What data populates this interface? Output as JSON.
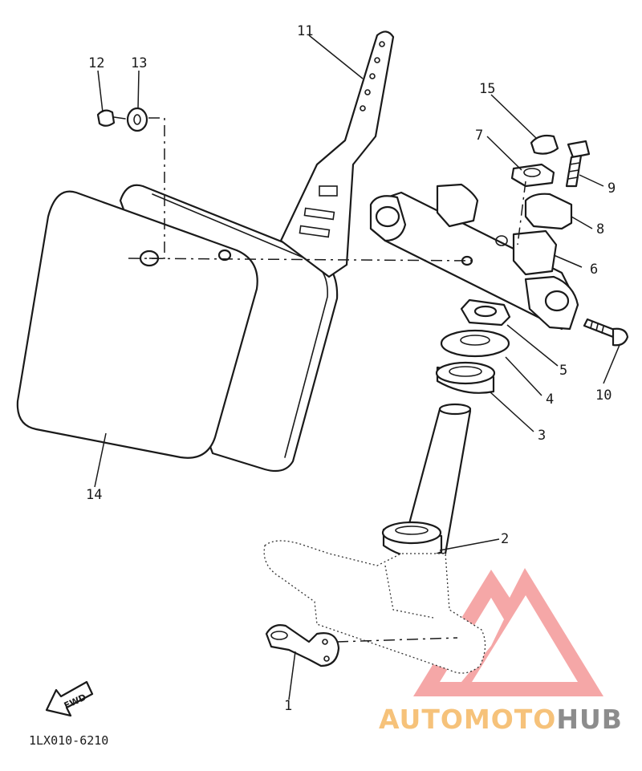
{
  "callouts": [
    {
      "id": "1",
      "label": "1"
    },
    {
      "id": "2",
      "label": "2"
    },
    {
      "id": "3",
      "label": "3"
    },
    {
      "id": "4",
      "label": "4"
    },
    {
      "id": "5",
      "label": "5"
    },
    {
      "id": "6",
      "label": "6"
    },
    {
      "id": "7",
      "label": "7"
    },
    {
      "id": "8",
      "label": "8"
    },
    {
      "id": "9",
      "label": "9"
    },
    {
      "id": "10",
      "label": "10"
    },
    {
      "id": "11",
      "label": "11"
    },
    {
      "id": "12",
      "label": "12"
    },
    {
      "id": "13",
      "label": "13"
    },
    {
      "id": "14",
      "label": "14"
    },
    {
      "id": "15",
      "label": "15"
    }
  ],
  "diagram_code": "1LX010-6210",
  "fwd_label": "FWD",
  "watermark": {
    "word1": "AUTOMOTO",
    "word2": "HUB",
    "color_accent": "#f28a8a",
    "color_word1": "#f6c27a",
    "color_word2": "#8c8c8c"
  }
}
